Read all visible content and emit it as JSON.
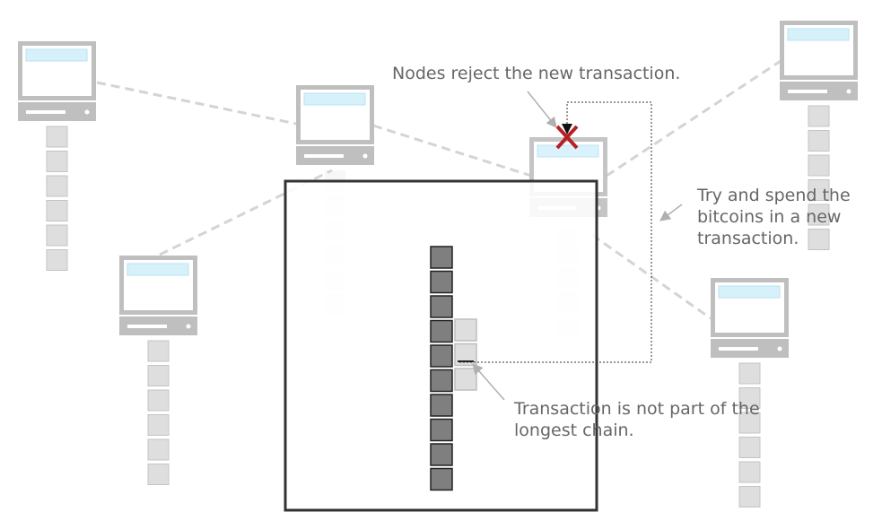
{
  "annotations": {
    "reject": "Nodes reject the new transaction.",
    "spend": "Try and spend the\nbitcoins in a new\ntransaction.",
    "orphan": "Transaction is not part of the\nlongest chain."
  },
  "colors": {
    "computer": "#bfbfbf",
    "screen": "#d7f1fb",
    "block_light": "#dedede",
    "block_dark": "#7f7f7f",
    "connection": "#d4d4d4",
    "reject_x": "#b52025",
    "frame": "#333333",
    "text": "#666666"
  },
  "nodes": [
    {
      "name": "node-top-left",
      "chain_length": 6
    },
    {
      "name": "node-center",
      "chain_length": 0
    },
    {
      "name": "node-left",
      "chain_length": 6
    },
    {
      "name": "node-rejecting",
      "chain_length": 0
    },
    {
      "name": "node-top-right",
      "chain_length": 6
    },
    {
      "name": "node-right",
      "chain_length": 6
    }
  ],
  "zoom": {
    "main_chain_length": 10,
    "side_chain_length": 3
  }
}
